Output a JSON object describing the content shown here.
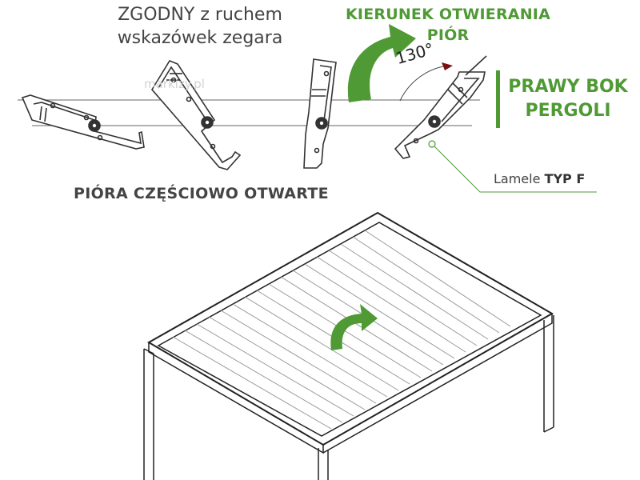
{
  "texts": {
    "clockwise": "ZGODNY z ruchem\nwskazówek zegara",
    "direction": "KIERUNEK OTWIERANIA\nPIÓR",
    "right_side": "PRAWY BOK\nPERGOLI",
    "partial_open": "PIÓRA CZĘŚCIOWO OTWARTE",
    "lamele_prefix": "Lamele ",
    "lamele_type": "TYP F",
    "angle": "130°",
    "watermark": "markizy.pl"
  },
  "colors": {
    "accent_green": "#4f9a35",
    "text_dark": "#444444",
    "line": "#555555"
  },
  "icons": [
    "curved-arrow-icon",
    "rotation-arrow-icon",
    "slat-profile-icon"
  ]
}
